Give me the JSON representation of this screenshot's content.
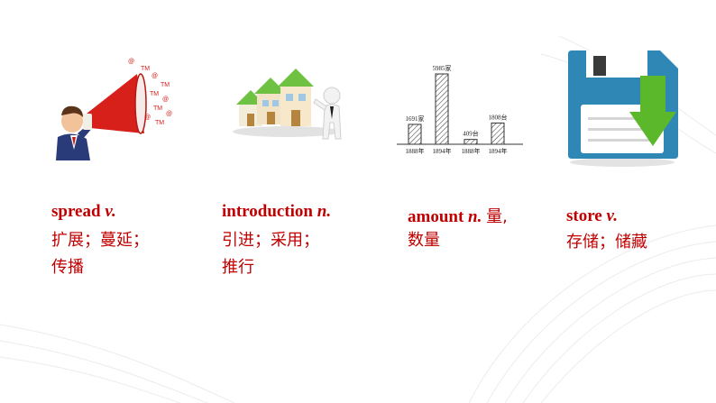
{
  "cards": [
    {
      "term": "spread",
      "pos": "v.",
      "meaning_lines": [
        "扩展；蔓延；",
        "传播"
      ],
      "image_icon": "megaphone-man-icon",
      "megaphone_marks": [
        "@",
        "TM",
        "@",
        "TM",
        "TM",
        "@",
        "TM",
        "@",
        "TM",
        "@"
      ]
    },
    {
      "term": "introduction",
      "pos": "n.",
      "meaning_lines": [
        "引进；采用；",
        "推行"
      ],
      "image_icon": "houses-and-figure-icon"
    },
    {
      "term": "amount",
      "pos": "n.",
      "inline_meaning": "量,",
      "meaning_lines": [
        "数量"
      ],
      "image_icon": "bar-chart-icon"
    },
    {
      "term": "store",
      "pos": "v.",
      "meaning_lines": [
        "存储；储藏"
      ],
      "image_icon": "floppy-disk-download-icon"
    }
  ],
  "chart_data": {
    "type": "bar",
    "categories": [
      "1888年",
      "1894年",
      "1888年",
      "1894年"
    ],
    "values": [
      1691,
      5985,
      409,
      1808
    ],
    "data_labels": [
      "1691家",
      "5985家",
      "409台",
      "1808台"
    ],
    "title": "",
    "xlabel": "",
    "ylabel": ""
  },
  "colors": {
    "accent": "#c00000",
    "disk_blue": "#2f87b5",
    "arrow_green": "#5ab82a",
    "megaphone_red": "#d8201b",
    "house_green": "#6fc141"
  }
}
